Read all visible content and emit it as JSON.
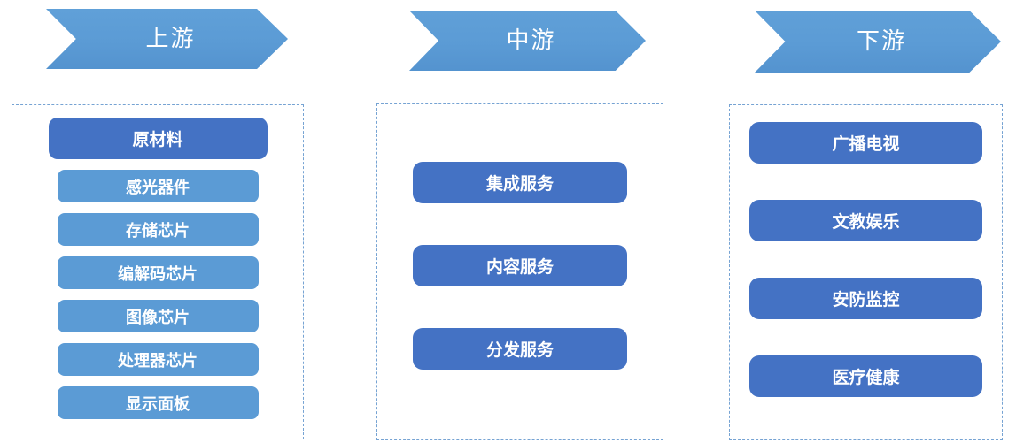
{
  "diagram_title": "industry-chain-flow",
  "colors": {
    "arrow_blue": "#5b9bd5",
    "box_light_blue": "#5b9bd5",
    "box_dark_blue": "#4472c4",
    "dashed_border_blue": "#76a3d3",
    "text_white": "#ffffff",
    "background": "#ffffff"
  },
  "columns": [
    {
      "header": "上游",
      "items": [
        {
          "label": "原材料",
          "emphasis": "dark"
        },
        {
          "label": "感光器件",
          "emphasis": "light"
        },
        {
          "label": "存储芯片",
          "emphasis": "light"
        },
        {
          "label": "编解码芯片",
          "emphasis": "light"
        },
        {
          "label": "图像芯片",
          "emphasis": "light"
        },
        {
          "label": "处理器芯片",
          "emphasis": "light"
        },
        {
          "label": "显示面板",
          "emphasis": "light"
        }
      ]
    },
    {
      "header": "中游",
      "items": [
        {
          "label": "集成服务",
          "emphasis": "dark"
        },
        {
          "label": "内容服务",
          "emphasis": "dark"
        },
        {
          "label": "分发服务",
          "emphasis": "dark"
        }
      ]
    },
    {
      "header": "下游",
      "items": [
        {
          "label": "广播电视",
          "emphasis": "dark"
        },
        {
          "label": "文教娱乐",
          "emphasis": "dark"
        },
        {
          "label": "安防监控",
          "emphasis": "dark"
        },
        {
          "label": "医疗健康",
          "emphasis": "dark"
        }
      ]
    }
  ]
}
